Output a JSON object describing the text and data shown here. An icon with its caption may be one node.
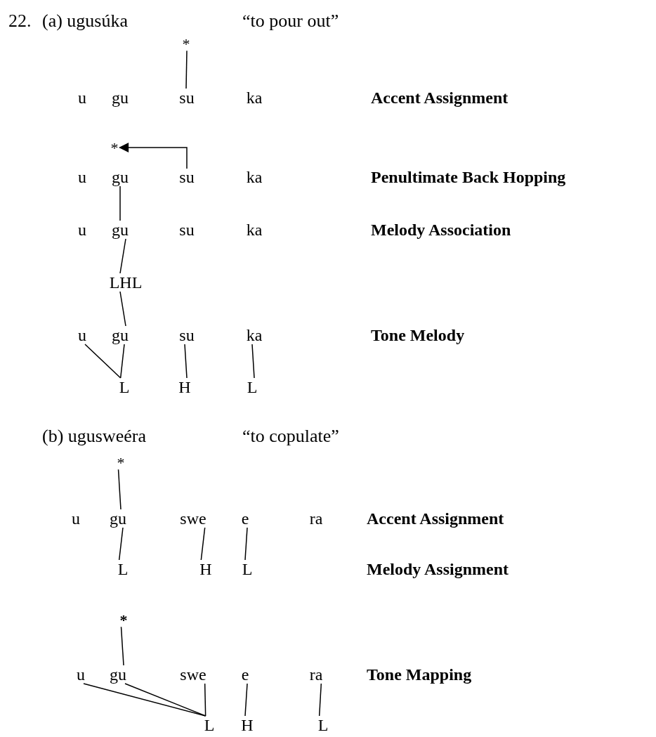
{
  "diagram": {
    "nodes": [
      {
        "text": [
          "*"
        ]
      },
      {
        "text": [
          "u"
        ]
      },
      {
        "text": [
          "gu"
        ]
      },
      {
        "text": [
          "su"
        ]
      },
      {
        "text": [
          "ka"
        ]
      },
      {
        "text": [
          "*"
        ]
      },
      {
        "text": [
          "u"
        ]
      },
      {
        "text": [
          "gu"
        ]
      },
      {
        "text": [
          "su"
        ]
      },
      {
        "text": [
          "ka"
        ]
      },
      {
        "text": [
          "u"
        ]
      },
      {
        "text": [
          "gu"
        ]
      },
      {
        "text": [
          "su"
        ]
      },
      {
        "text": [
          "ka"
        ]
      },
      {
        "text": [
          "LHL"
        ]
      },
      {
        "text": [
          "u"
        ]
      },
      {
        "text": [
          "gu"
        ]
      },
      {
        "text": [
          "su"
        ]
      },
      {
        "text": [
          "ka"
        ]
      },
      {
        "text": [
          "L"
        ]
      },
      {
        "text": [
          "H"
        ]
      },
      {
        "text": [
          "L"
        ]
      },
      {
        "text": [
          "*"
        ]
      },
      {
        "text": [
          "u"
        ]
      },
      {
        "text": [
          "gu"
        ]
      },
      {
        "text": [
          "swe"
        ]
      },
      {
        "text": [
          "e"
        ]
      },
      {
        "text": [
          "ra"
        ]
      },
      {
        "text": [
          "L"
        ]
      },
      {
        "text": [
          "H"
        ]
      },
      {
        "text": [
          "L"
        ]
      },
      {
        "text": [
          "*"
        ]
      },
      {
        "text": [
          "u"
        ]
      },
      {
        "text": [
          "gu"
        ]
      },
      {
        "text": [
          "swe"
        ]
      },
      {
        "text": [
          "e"
        ]
      },
      {
        "text": [
          "ra"
        ]
      },
      {
        "text": [
          "L"
        ]
      },
      {
        "text": [
          "H"
        ]
      },
      {
        "text": [
          "L"
        ]
      }
    ],
    "edges": [
      {
        "from": 0,
        "to": 3,
        "arrow": "none"
      },
      {
        "from": 8,
        "to": 5,
        "arrow": "to"
      },
      {
        "from": 7,
        "to": 11,
        "arrow": "none"
      },
      {
        "from": 11,
        "to": 14,
        "arrow": "none"
      },
      {
        "from": 14,
        "to": 16,
        "arrow": "none"
      },
      {
        "from": 15,
        "to": 19,
        "arrow": "none"
      },
      {
        "from": 16,
        "to": 19,
        "arrow": "none"
      },
      {
        "from": 17,
        "to": 20,
        "arrow": "none"
      },
      {
        "from": 18,
        "to": 21,
        "arrow": "none"
      },
      {
        "from": 22,
        "to": 24,
        "arrow": "none"
      },
      {
        "from": 24,
        "to": 28,
        "arrow": "none"
      },
      {
        "from": 25,
        "to": 29,
        "arrow": "none"
      },
      {
        "from": 26,
        "to": 30,
        "arrow": "none"
      },
      {
        "from": 31,
        "to": 33,
        "arrow": "none"
      },
      {
        "from": 32,
        "to": 37,
        "arrow": "none"
      },
      {
        "from": 33,
        "to": 37,
        "arrow": "none"
      },
      {
        "from": 34,
        "to": 37,
        "arrow": "none"
      },
      {
        "from": 35,
        "to": 38,
        "arrow": "none"
      },
      {
        "from": 36,
        "to": 39,
        "arrow": "none"
      }
    ],
    "labels": [
      "22.",
      "(a) ugusúka",
      "“to pour out”",
      "Accent Assignment",
      "Penultimate Back Hopping",
      "Melody Association",
      "Tone Melody",
      "(b) ugusweéra",
      "“to copulate”",
      "Accent Assignment",
      "Melody Assignment",
      "Tone Mapping"
    ]
  }
}
